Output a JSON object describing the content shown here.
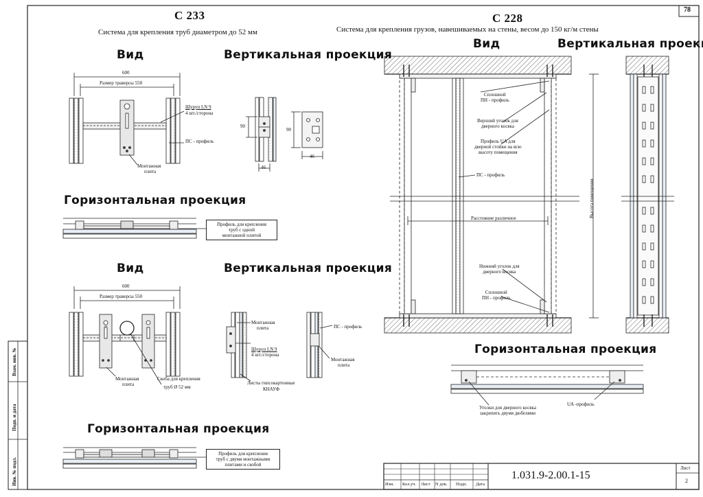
{
  "sheet": {
    "page_number": "78",
    "doc_code": "1.031.9-2.00.1-15",
    "sheet_label": "Лист",
    "sheet_value": "2",
    "stamp_cols": [
      "Изм.",
      "Кол.уч.",
      "Лист",
      "N док.",
      "Подп.",
      "Дата"
    ],
    "side_stamps": [
      "Взам. инв. №",
      "Подп. и дата",
      "Инв. № подл."
    ]
  },
  "left": {
    "title": "С 233",
    "subtitle": "Система для крепления труб диаметром до 52 мм",
    "top": {
      "view": "Вид",
      "vertical": "Вертикальная проекция",
      "dim_total": "600",
      "dim_inner": "Размер траверсы 550",
      "screw": "Шуруп LN 9",
      "screw_qty": "4 шт./сторона",
      "ps_profile": "ПС - профиль",
      "plate": "Монтажная",
      "plate2": "плита",
      "dim_90a": "90",
      "dim_46a": "46",
      "dim_90b": "90",
      "dim_46b": "46",
      "horizontal": "Горизонтальная проекция",
      "note": [
        "Профиль для крепления",
        "труб с одной",
        "монтажной плитой"
      ]
    },
    "bottom": {
      "view": "Вид",
      "vertical": "Вертикальная проекция",
      "dim_total": "600",
      "dim_inner": "Размер траверсы 550",
      "plate": "Монтажная",
      "plate2": "плита",
      "clamp": "Скоба для крепления",
      "clamp2": "труб Ø 52 мм",
      "mount_plate": "Монтажная",
      "mount_plate2": "плита",
      "screw": "Шуруп LN 9",
      "screw_qty": "4 шт./сторона",
      "gkl": "Листы гипсокартонные",
      "gkl2": "КНАУФ",
      "ps_profile": "ПС - профиль",
      "plate_r": "Монтажная",
      "plate_r2": "плита",
      "horizontal": "Горизонтальная проекция",
      "note": [
        "Профиль для крепления",
        "труб с двумя монтажными",
        "плитами и скобой"
      ]
    }
  },
  "right": {
    "title": "С 228",
    "subtitle": "Система для крепления грузов, навешиваемых на стены, весом до 150 кг/м стены",
    "view": "Вид",
    "vertical": "Вертикальная проекция",
    "labels": {
      "pn_top": [
        "Сплошной",
        "ПН - профиль"
      ],
      "upper_corner": [
        "Верхний уголок для",
        "дверного косяка"
      ],
      "ua": [
        "Профиль UA для",
        "дверной стойки на всю",
        "высоту помещения"
      ],
      "ps": "ПС - профиль",
      "distance": "Расстояние различное",
      "height": "Высота помещения",
      "lower_corner": [
        "Нижний уголок для",
        "дверного косяка"
      ],
      "pn_bottom": [
        "Сплошной",
        "ПН - профиль"
      ]
    },
    "horizontal": "Горизонтальная проекция",
    "h_label1": [
      "Уголки для дверного косяка",
      "закрепить двумя дюбелями"
    ],
    "h_label2": "UA -профиль"
  }
}
